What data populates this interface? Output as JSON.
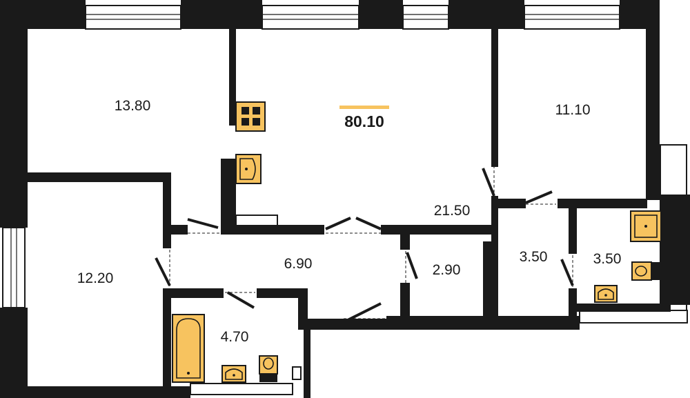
{
  "plan": {
    "total_area": "80.10",
    "accent_color": "#f7c35f",
    "wall_color": "#1a1a1a",
    "rooms": [
      {
        "id": "bedroom-left",
        "area": "13.80"
      },
      {
        "id": "kitchen-living",
        "area": "21.50"
      },
      {
        "id": "bedroom-right",
        "area": "11.10"
      },
      {
        "id": "bedroom-lower-left",
        "area": "12.20"
      },
      {
        "id": "hallway",
        "area": "6.90"
      },
      {
        "id": "storage",
        "area": "2.90"
      },
      {
        "id": "corridor-small",
        "area": "3.50"
      },
      {
        "id": "toilet",
        "area": "3.50"
      },
      {
        "id": "bathroom",
        "area": "4.70"
      }
    ],
    "icons": [
      "stove-icon",
      "kitchen-sink-icon",
      "bathtub-icon",
      "washbasin-icon",
      "toilet-icon",
      "shower-tray-icon"
    ]
  }
}
